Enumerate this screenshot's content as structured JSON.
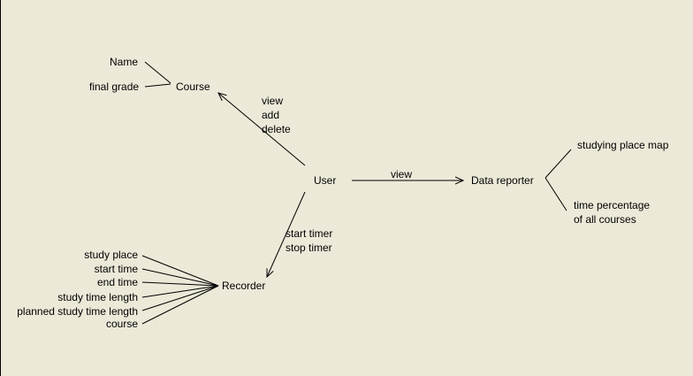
{
  "nodes": {
    "user": "User",
    "course": "Course",
    "recorder": "Recorder",
    "data_reporter": "Data reporter"
  },
  "course_attributes": {
    "name": "Name",
    "final_grade": "final grade"
  },
  "course_edge_labels": [
    "view",
    "add",
    "delete"
  ],
  "recorder_edge_labels": [
    "start timer",
    "stop timer"
  ],
  "reporter_edge_label": "view",
  "recorder_attributes": [
    "study place",
    "start time",
    "end time",
    "study time length",
    "planned study time length",
    "course"
  ],
  "reporter_outputs": {
    "map": "studying place map",
    "percentage_line1": "time percentage",
    "percentage_line2": "of all courses"
  }
}
